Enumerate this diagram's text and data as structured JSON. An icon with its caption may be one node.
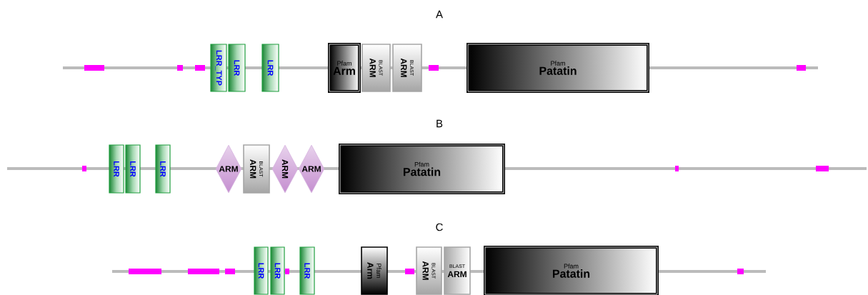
{
  "diagram": {
    "nodes": [
      {
        "text": [
          "LRR_TYP"
        ]
      },
      {
        "text": [
          "LRR"
        ]
      },
      {
        "text": [
          "LRR"
        ]
      },
      {
        "text": [
          "Pfam",
          "Arm"
        ]
      },
      {
        "text": [
          "BLAST",
          "ARM"
        ]
      },
      {
        "text": [
          "BLAST",
          "ARM"
        ]
      },
      {
        "text": [
          "Pfam",
          "Patatin"
        ]
      },
      {
        "text": [
          "LRR"
        ]
      },
      {
        "text": [
          "LRR"
        ]
      },
      {
        "text": [
          "LRR"
        ]
      },
      {
        "text": [
          "ARM"
        ]
      },
      {
        "text": [
          "BLAST",
          "ARM"
        ]
      },
      {
        "text": [
          "ARM"
        ]
      },
      {
        "text": [
          "ARM"
        ]
      },
      {
        "text": [
          "Pfam",
          "Patatin"
        ]
      },
      {
        "text": [
          "LRR"
        ]
      },
      {
        "text": [
          "LRR"
        ]
      },
      {
        "text": [
          "LRR"
        ]
      },
      {
        "text": [
          "Pfam",
          "Arm"
        ]
      },
      {
        "text": [
          "BLAST",
          "ARM"
        ]
      },
      {
        "text": [
          "BLAST",
          "ARM"
        ]
      },
      {
        "text": [
          "Pfam",
          "Patatin"
        ]
      }
    ],
    "labels": [
      "A",
      "B",
      "C"
    ]
  }
}
